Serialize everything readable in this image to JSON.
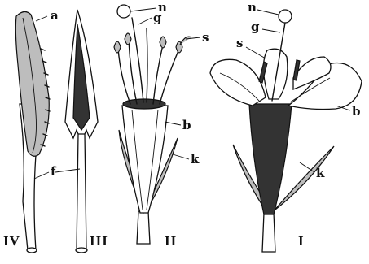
{
  "figures": {
    "iv": {
      "numeral": "IV",
      "labels": {
        "a": "a",
        "f": "f"
      }
    },
    "iii": {
      "numeral": "III"
    },
    "ii": {
      "numeral": "II",
      "labels": {
        "n": "n",
        "g": "g",
        "s": "s",
        "b": "b",
        "k": "k"
      }
    },
    "i": {
      "numeral": "I",
      "labels": {
        "n": "n",
        "g": "g",
        "s": "s",
        "b": "b",
        "k": "k"
      }
    }
  }
}
